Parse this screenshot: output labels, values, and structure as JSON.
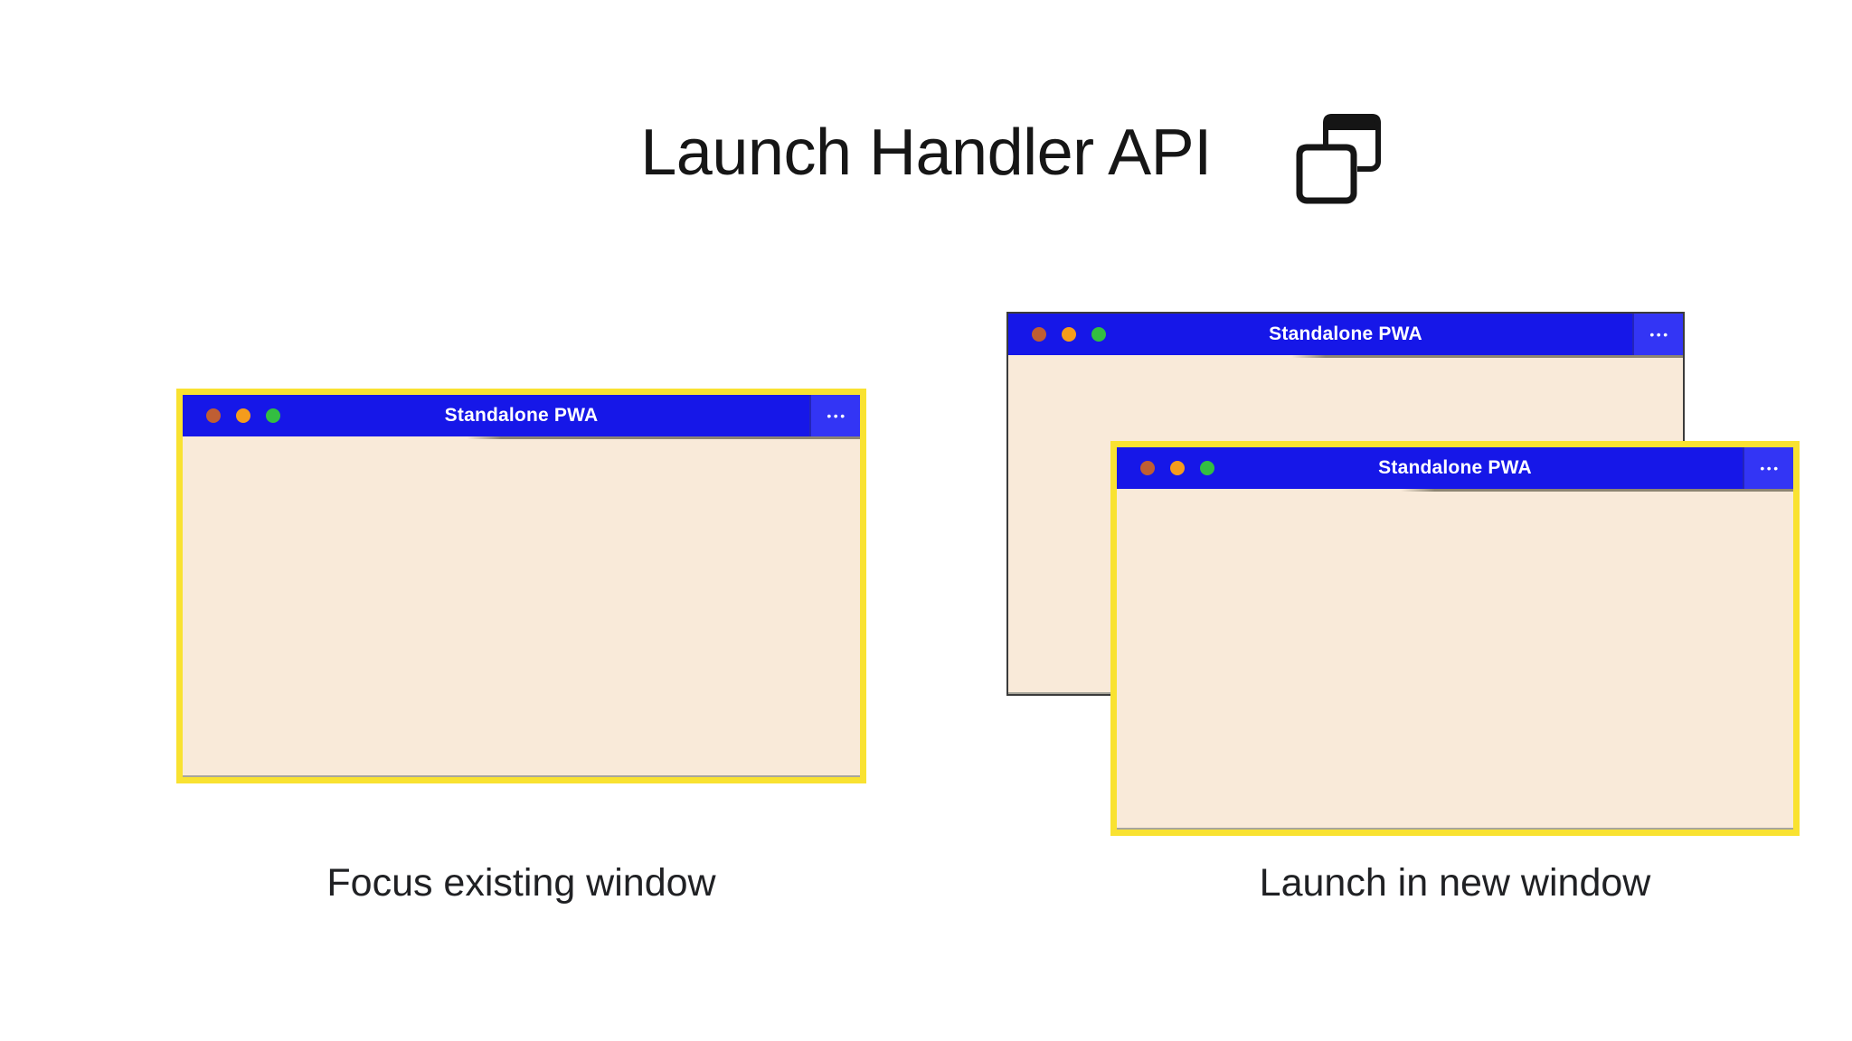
{
  "header": {
    "title": "Launch Handler API",
    "icon": "overlapping-windows-icon"
  },
  "windows": {
    "focused": {
      "title": "Standalone PWA",
      "menu_glyph": "•••"
    },
    "back": {
      "title": "Standalone PWA",
      "menu_glyph": "•••"
    },
    "front": {
      "title": "Standalone PWA",
      "menu_glyph": "•••"
    }
  },
  "captions": {
    "left": "Focus existing window",
    "right": "Launch in new window"
  },
  "colors": {
    "titlebar_blue": "#1617E8",
    "menu_section_blue": "#3335F5",
    "window_body_cream": "#F9EAD9",
    "highlight_yellow": "#F9E231",
    "back_window_border": "#3B3B3B",
    "traffic_light_1": "#BF5E33",
    "traffic_light_2": "#F59C1C",
    "traffic_light_3": "#33BE41",
    "text_dark": "#202124"
  }
}
